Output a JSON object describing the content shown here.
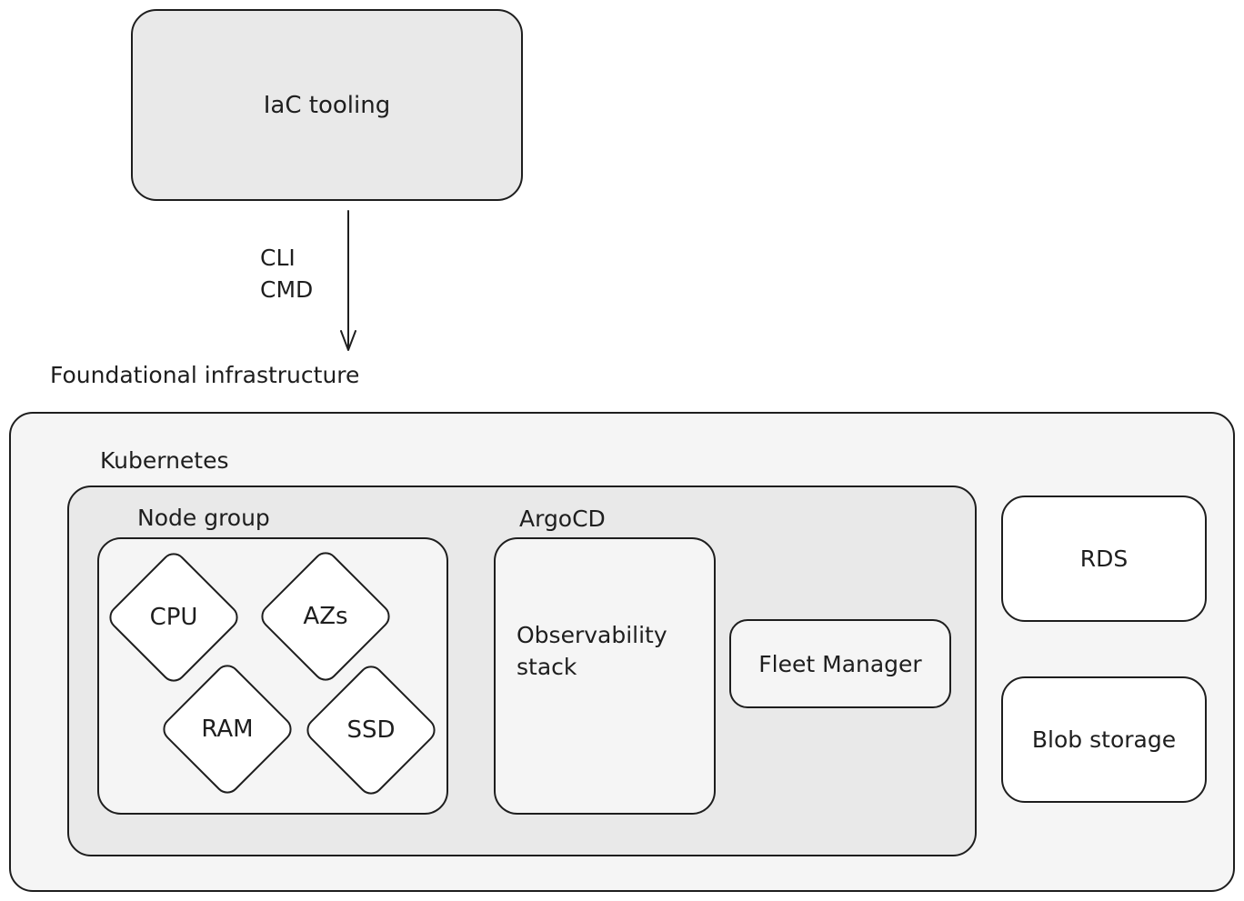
{
  "diagram": {
    "iac_tooling": "IaC tooling",
    "edge_label": "CLI\nCMD",
    "foundational_infrastructure": "Foundational infrastructure",
    "kubernetes": "Kubernetes",
    "node_group": {
      "title": "Node group",
      "resources": [
        "CPU",
        "AZs",
        "RAM",
        "SSD"
      ]
    },
    "argocd": {
      "title": "ArgoCD",
      "observability": "Observability\nstack"
    },
    "fleet_manager": "Fleet Manager",
    "rds": "RDS",
    "blob_storage": "Blob storage"
  },
  "colors": {
    "stroke": "#1e1e1e",
    "fill_dark": "#e9e9e9",
    "fill_light": "#f5f5f5",
    "fill_white": "#ffffff"
  }
}
